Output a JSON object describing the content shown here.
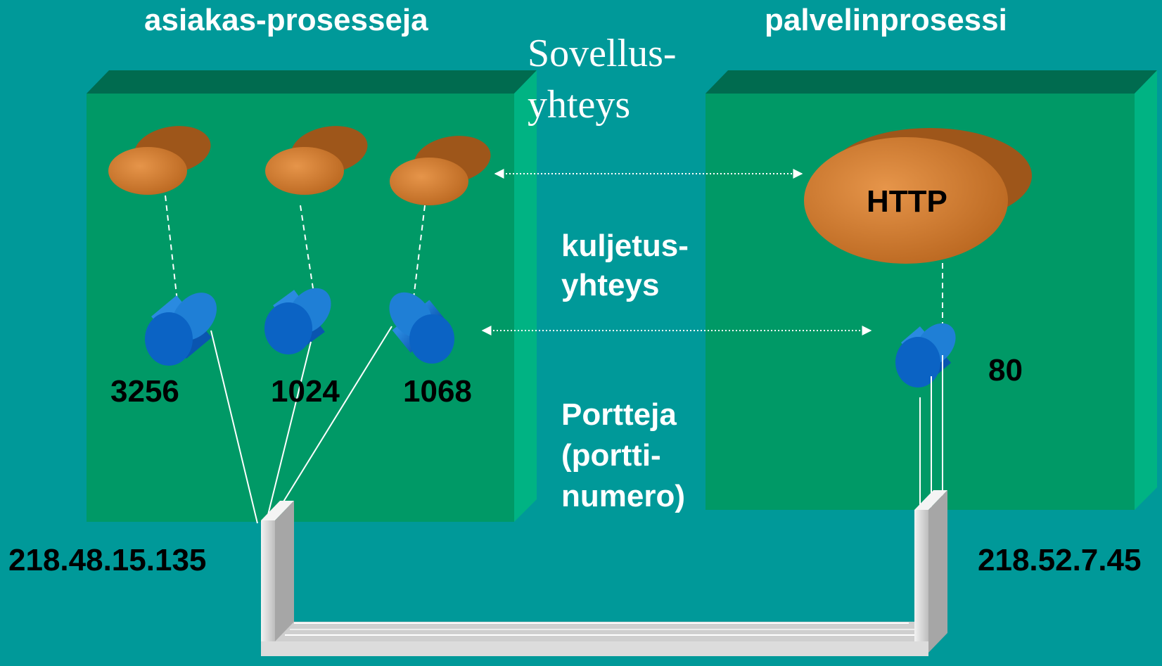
{
  "headers": {
    "client": "asiakas-prosesseja",
    "server": "palvelinprosessi"
  },
  "application_connection": {
    "line1": "Sovellus-",
    "line2": "yhteys"
  },
  "transport_connection": {
    "line1": "kuljetus-",
    "line2": "yhteys"
  },
  "ports_label": {
    "line1": "Portteja",
    "line2": "(portti-",
    "line3": "numero)"
  },
  "client_ports": [
    "3256",
    "1024",
    "1068"
  ],
  "server_port": "80",
  "server_process": "HTTP",
  "client_ip": "218.48.15.135",
  "server_ip": "218.52.7.45",
  "colors": {
    "background": "#009999",
    "box_face": "#009966",
    "box_top": "#006b4f",
    "box_side": "#00b383",
    "process": "#cc7a2e",
    "socket": "#0a66cc",
    "cable": "#d9d9d9"
  }
}
